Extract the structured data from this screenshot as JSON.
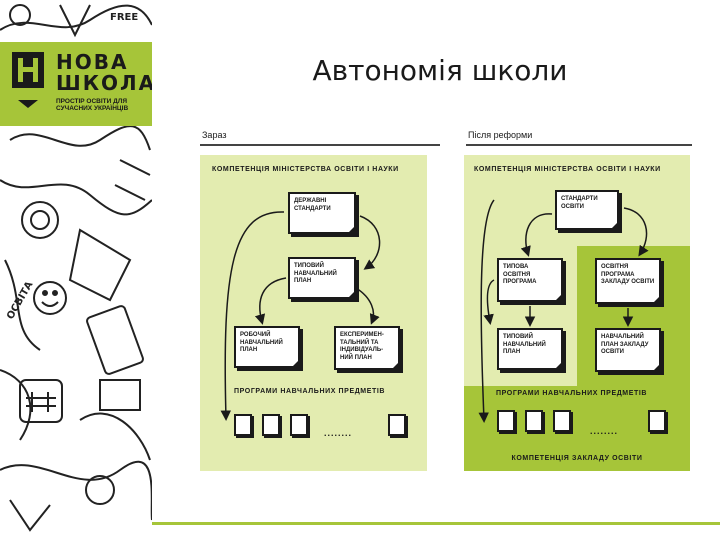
{
  "logo": {
    "line1": "НОВА",
    "line2": "ШКОЛА",
    "tagline": "ПРОСТІР ОСВІТИ ДЛЯ СУЧАСНИХ УКРАЇНЦІВ",
    "mark_icon": "nova-shkola-logo-icon",
    "accent_color": "#a6c539"
  },
  "title": "Автономія школи",
  "left_panel": {
    "heading": "Зараз",
    "top_caption": "КОМПЕТЕНЦІЯ МІНІСТЕРСТВА ОСВІТИ І НАУКИ",
    "box_standards": "ДЕРЖАВНІ СТАНДАРТИ",
    "box_typical_plan": "ТИПОВИЙ НАВЧАЛЬНИЙ ПЛАН",
    "box_working_plan": "РОБОЧИЙ НАВЧАЛЬНИЙ ПЛАН",
    "box_experimental": "ЕКСПЕРИМЕН-ТАЛЬНИЙ ТА ІНДИВІДУАЛЬ-НИЙ ПЛАН",
    "programs_caption": "ПРОГРАМИ НАВЧАЛЬНИХ ПРЕДМЕТІВ",
    "dots": "........"
  },
  "right_panel": {
    "heading": "Після реформи",
    "top_caption": "КОМПЕТЕНЦІЯ МІНІСТЕРСТВА ОСВІТИ І НАУКИ",
    "box_standards": "СТАНДАРТИ ОСВІТИ",
    "box_typical_program": "ТИПОВА ОСВІТНЯ ПРОГРАМА",
    "box_school_program": "ОСВІТНЯ ПРОГРАМА ЗАКЛАДУ ОСВІТИ",
    "box_typical_plan": "ТИПОВИЙ НАВЧАЛЬНИЙ ПЛАН",
    "box_school_plan": "НАВЧАЛЬНИЙ ПЛАН ЗАКЛАДУ ОСВІТИ",
    "programs_caption": "ПРОГРАМИ НАВЧАЛЬНИХ ПРЕДМЕТІВ",
    "dots": "........",
    "bottom_caption": "КОМПЕТЕНЦІЯ ЗАКЛАДУ ОСВІТИ"
  },
  "colors": {
    "light_green": "#e3ecb0",
    "dark_green": "#a6c539",
    "ink": "#1a1a1a"
  }
}
